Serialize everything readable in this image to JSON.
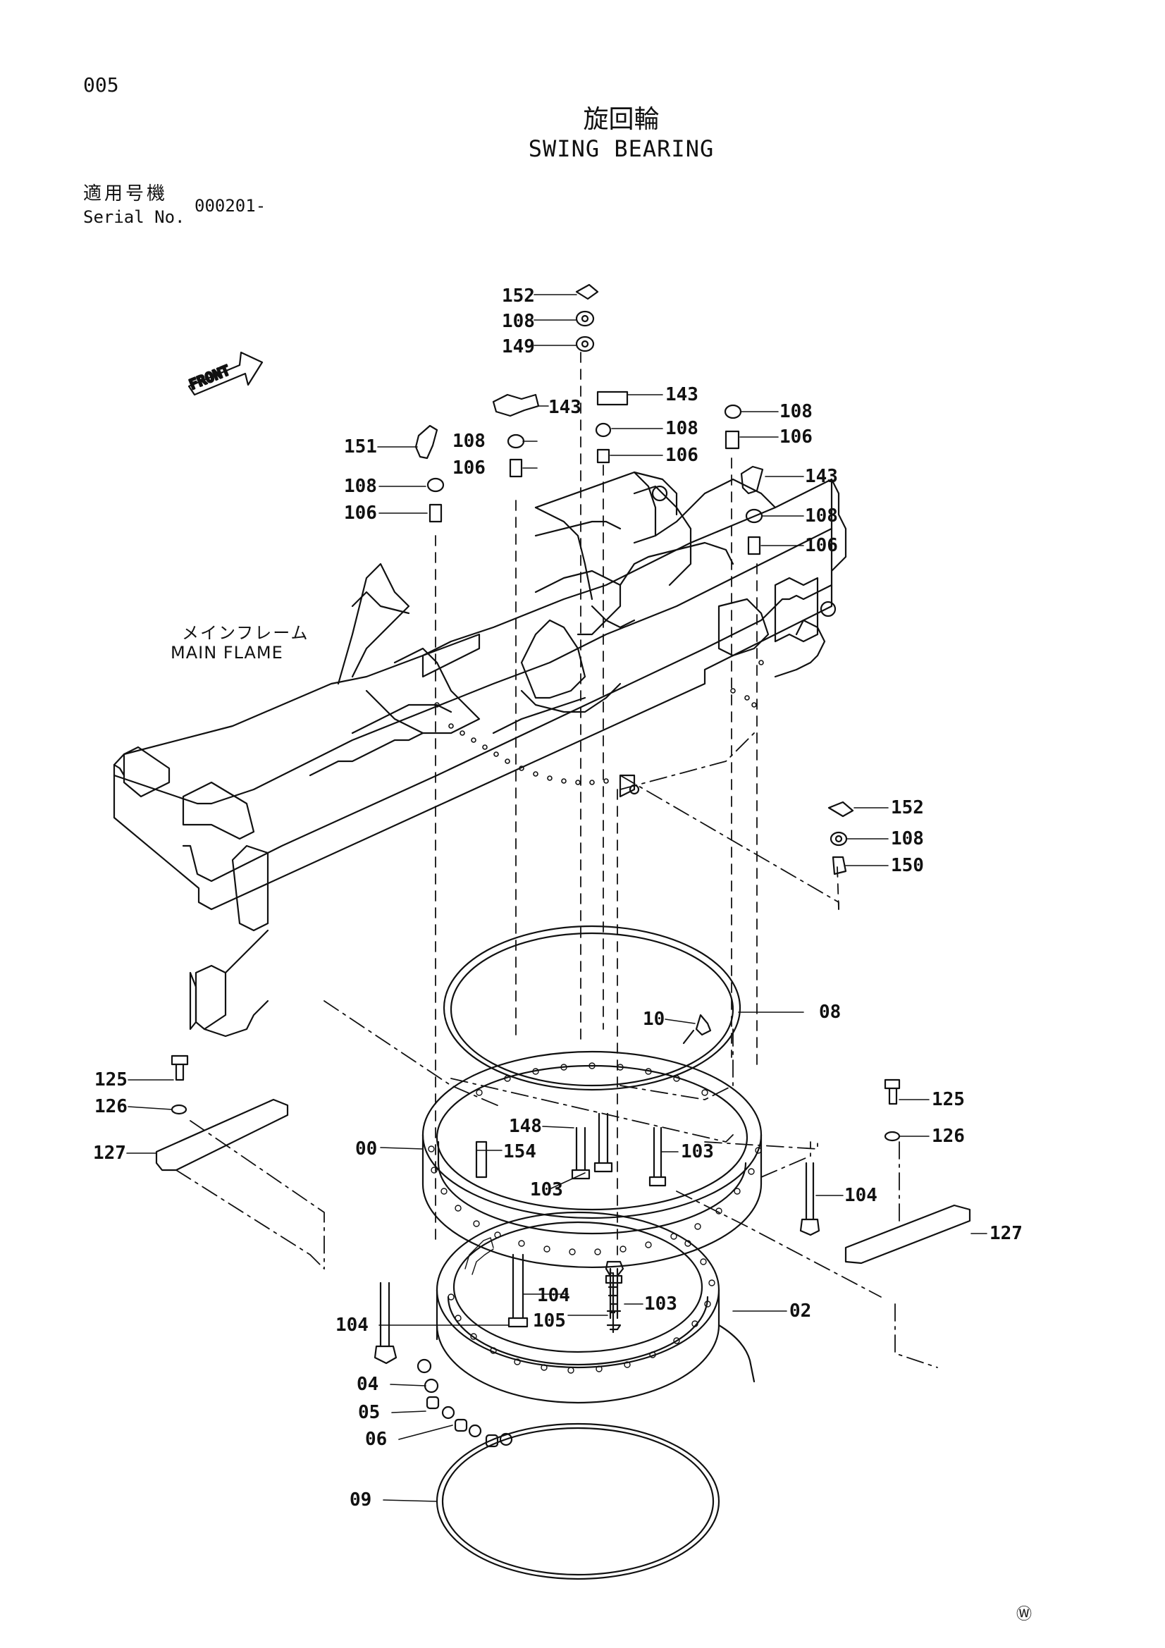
{
  "page_number": "005",
  "title_jp": "旋回輪",
  "title_en": "SWING BEARING",
  "serial_label_jp": "適用号機",
  "serial_label_en": "Serial No.",
  "serial_value": "000201-",
  "main_frame_label_jp": "メインフレーム",
  "main_frame_label_en": "MAIN FLAME",
  "front_label": "FRONT",
  "corner_mark": "Ⓦ",
  "parts": [
    {
      "id": "p152a",
      "label": "152"
    },
    {
      "id": "p108a",
      "label": "108"
    },
    {
      "id": "p149",
      "label": "149"
    },
    {
      "id": "p143a",
      "label": "143"
    },
    {
      "id": "p143b",
      "label": "143"
    },
    {
      "id": "p108b",
      "label": "108"
    },
    {
      "id": "p106b",
      "label": "106"
    },
    {
      "id": "p108c",
      "label": "108"
    },
    {
      "id": "p106c",
      "label": "106"
    },
    {
      "id": "p151",
      "label": "151"
    },
    {
      "id": "p108d",
      "label": "108"
    },
    {
      "id": "p106d",
      "label": "106"
    },
    {
      "id": "p108e",
      "label": "108"
    },
    {
      "id": "p106e",
      "label": "106"
    },
    {
      "id": "p143c",
      "label": "143"
    },
    {
      "id": "p108f",
      "label": "108"
    },
    {
      "id": "p106f",
      "label": "106"
    },
    {
      "id": "p152b",
      "label": "152"
    },
    {
      "id": "p108g",
      "label": "108"
    },
    {
      "id": "p150",
      "label": "150"
    },
    {
      "id": "p10",
      "label": "10"
    },
    {
      "id": "p08",
      "label": "08"
    },
    {
      "id": "p125a",
      "label": "125"
    },
    {
      "id": "p126a",
      "label": "126"
    },
    {
      "id": "p127a",
      "label": "127"
    },
    {
      "id": "p00",
      "label": "00"
    },
    {
      "id": "p148",
      "label": "148"
    },
    {
      "id": "p154",
      "label": "154"
    },
    {
      "id": "p103a",
      "label": "103"
    },
    {
      "id": "p103b",
      "label": "103"
    },
    {
      "id": "p125b",
      "label": "125"
    },
    {
      "id": "p126b",
      "label": "126"
    },
    {
      "id": "p104a",
      "label": "104"
    },
    {
      "id": "p127b",
      "label": "127"
    },
    {
      "id": "p104b",
      "label": "104"
    },
    {
      "id": "p105",
      "label": "105"
    },
    {
      "id": "p103c",
      "label": "103"
    },
    {
      "id": "p02",
      "label": "02"
    },
    {
      "id": "p104c",
      "label": "104"
    },
    {
      "id": "p04",
      "label": "04"
    },
    {
      "id": "p05",
      "label": "05"
    },
    {
      "id": "p06",
      "label": "06"
    },
    {
      "id": "p09",
      "label": "09"
    }
  ]
}
